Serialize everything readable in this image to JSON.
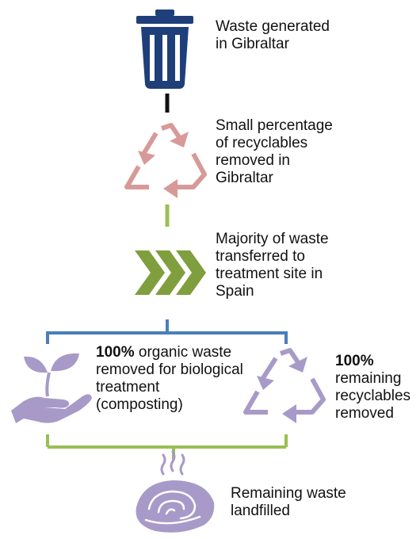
{
  "steps": {
    "waste_generated": "Waste generated in Gibraltar",
    "small_recyclables": "Small percentage of recyclables removed in Gibraltar",
    "majority_transferred": "Majority of waste transferred to treatment site in Spain",
    "organic": {
      "bold": "100%",
      "text": " organic waste removed for biological treatment (composting)"
    },
    "remaining_recyclables": {
      "bold": "100%",
      "text": "remaining recyclables removed"
    },
    "landfilled": "Remaining waste landfilled"
  },
  "colors": {
    "bin": "#1f3f7a",
    "recycle_pink": "#d79a98",
    "chevrons": "#7f9f3e",
    "connector_black": "#111111",
    "connector_green": "#9bbf55",
    "connector_blue": "#4a7ebb",
    "purple": "#a89ac8"
  },
  "icons": [
    "trash-bin-icon",
    "recycle-icon",
    "chevron-arrows-icon",
    "plant-in-hand-icon",
    "recycle-icon",
    "landfill-icon"
  ]
}
